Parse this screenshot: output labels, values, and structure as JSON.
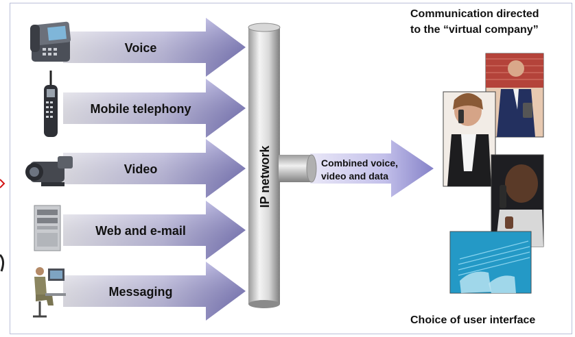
{
  "source_arrows": [
    {
      "label": "Voice",
      "icon": "desk-phone-icon"
    },
    {
      "label": "Mobile telephony",
      "icon": "mobile-phone-icon"
    },
    {
      "label": "Video",
      "icon": "camcorder-icon"
    },
    {
      "label": "Web and e-mail",
      "icon": "server-tower-icon"
    },
    {
      "label": "Messaging",
      "icon": "person-at-computer-icon"
    }
  ],
  "network": {
    "label": "IP network"
  },
  "output_arrow": {
    "line1": "Combined voice,",
    "line2": "video and data"
  },
  "header_caption": {
    "line1": "Communication directed",
    "line2": "to the “virtual company”"
  },
  "footer_caption": "Choice of user interface",
  "photos": [
    "businessman-with-pda-photo",
    "woman-on-phone-photo",
    "man-on-phone-photo",
    "hands-on-laptop-photo"
  ],
  "colors": {
    "arrow_light": "#eceaf8",
    "arrow_dark": "#7f7cc4",
    "pipe_light": "#f2f2f2",
    "pipe_dark": "#8c8c8c",
    "frame": "#b9bfd8"
  }
}
